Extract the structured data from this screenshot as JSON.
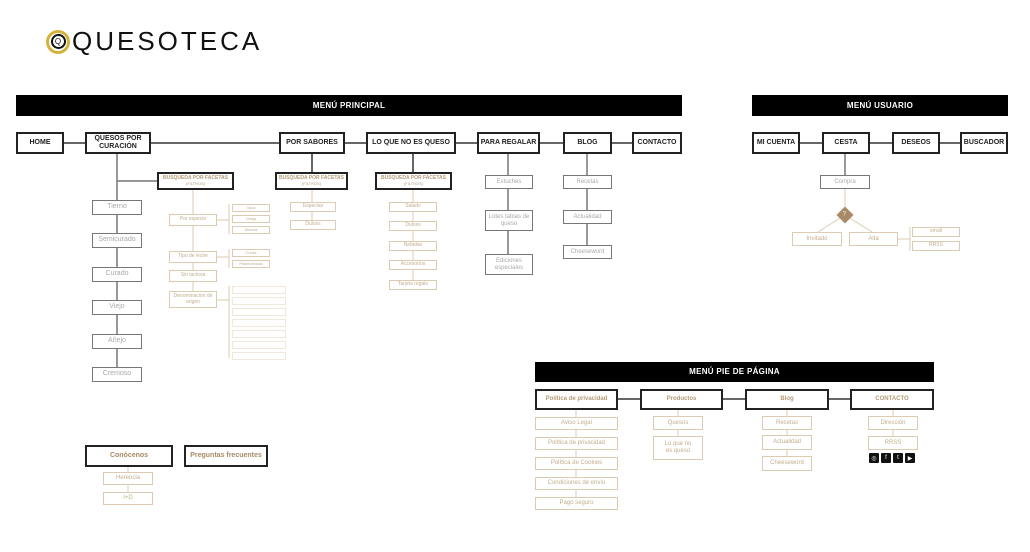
{
  "logo": {
    "text": "QUESOTECA"
  },
  "main_menu": {
    "title": "MENÚ PRINCIPAL",
    "items": [
      "HOME",
      "QUESOS POR CURACIÓN",
      "POR SABORES",
      "LO QUE NO ES QUESO",
      "PARA REGALAR",
      "BLOG",
      "CONTACTO"
    ]
  },
  "quesos": {
    "children": [
      "Tierno",
      "Semicurado",
      "Curado",
      "Viejo",
      "Añejo",
      "Cremoso"
    ],
    "facets": {
      "title": "BUSQUEDA POR FACETAS",
      "subtitle": "(FILTROS)",
      "groups": [
        {
          "label": "Por especie",
          "options": [
            "Vaca",
            "Oveja",
            "Mezcla"
          ]
        },
        {
          "label": "Tipo de leche",
          "options": [
            "Cruda",
            "Pasteurizada"
          ]
        },
        {
          "label": "Sin lactosa"
        },
        {
          "label": "Denominación de origen"
        }
      ]
    }
  },
  "sabores": {
    "facets_title": "BUSQUEDA POR FACETAS",
    "facets_subtitle": "(FILTROS)",
    "children": [
      "Especias",
      "Dulces"
    ]
  },
  "no_queso": {
    "facets_title": "BUSQUEDA POR FACETAS",
    "facets_subtitle": "(FILTROS)",
    "children": [
      "Salado",
      "Dulces",
      "Bebidas",
      "Accesorios",
      "Tarjeta regalo"
    ]
  },
  "regalar": {
    "children": [
      "Estuches",
      "Lotes tablas de queso",
      "Ediciones especiales"
    ]
  },
  "blog": {
    "children": [
      "Recetas",
      "Actualidad",
      "Cheeseword"
    ]
  },
  "extra": {
    "items": [
      "Conócenos",
      "Preguntas frecuentes"
    ],
    "conocenos_children": [
      "Herencia",
      "I+D"
    ]
  },
  "user_menu": {
    "title": "MENÚ USUARIO",
    "items": [
      "MI CUENTA",
      "CESTA",
      "DESEOS",
      "BUSCADOR"
    ],
    "compra": "Compra",
    "decision": "?",
    "options": [
      "Invitado",
      "Alta"
    ],
    "alta_options": [
      "email",
      "RRSS"
    ]
  },
  "footer_menu": {
    "title": "MENÚ PIE DE PÁGINA",
    "columns": [
      {
        "title": "Política de privacidad",
        "items": [
          "Aviso Legal",
          "Política de privacidad",
          "Política de Cookies",
          "Condiciones de envío",
          "Pago seguro"
        ]
      },
      {
        "title": "Productos",
        "items": [
          "Quesos",
          "Lo que no es queso"
        ]
      },
      {
        "title": "Blog",
        "items": [
          "Recetas",
          "Actualidad",
          "Cheeseword"
        ]
      },
      {
        "title": "CONTACTO",
        "items": [
          "Dirección",
          "RRSS"
        ]
      }
    ],
    "social": [
      "instagram-icon",
      "facebook-icon",
      "twitter-icon",
      "youtube-icon"
    ]
  },
  "colors": {
    "dark": "#222222",
    "beige": "#dccbb2",
    "gold": "#d4b23c",
    "diamond": "#a88a66"
  }
}
